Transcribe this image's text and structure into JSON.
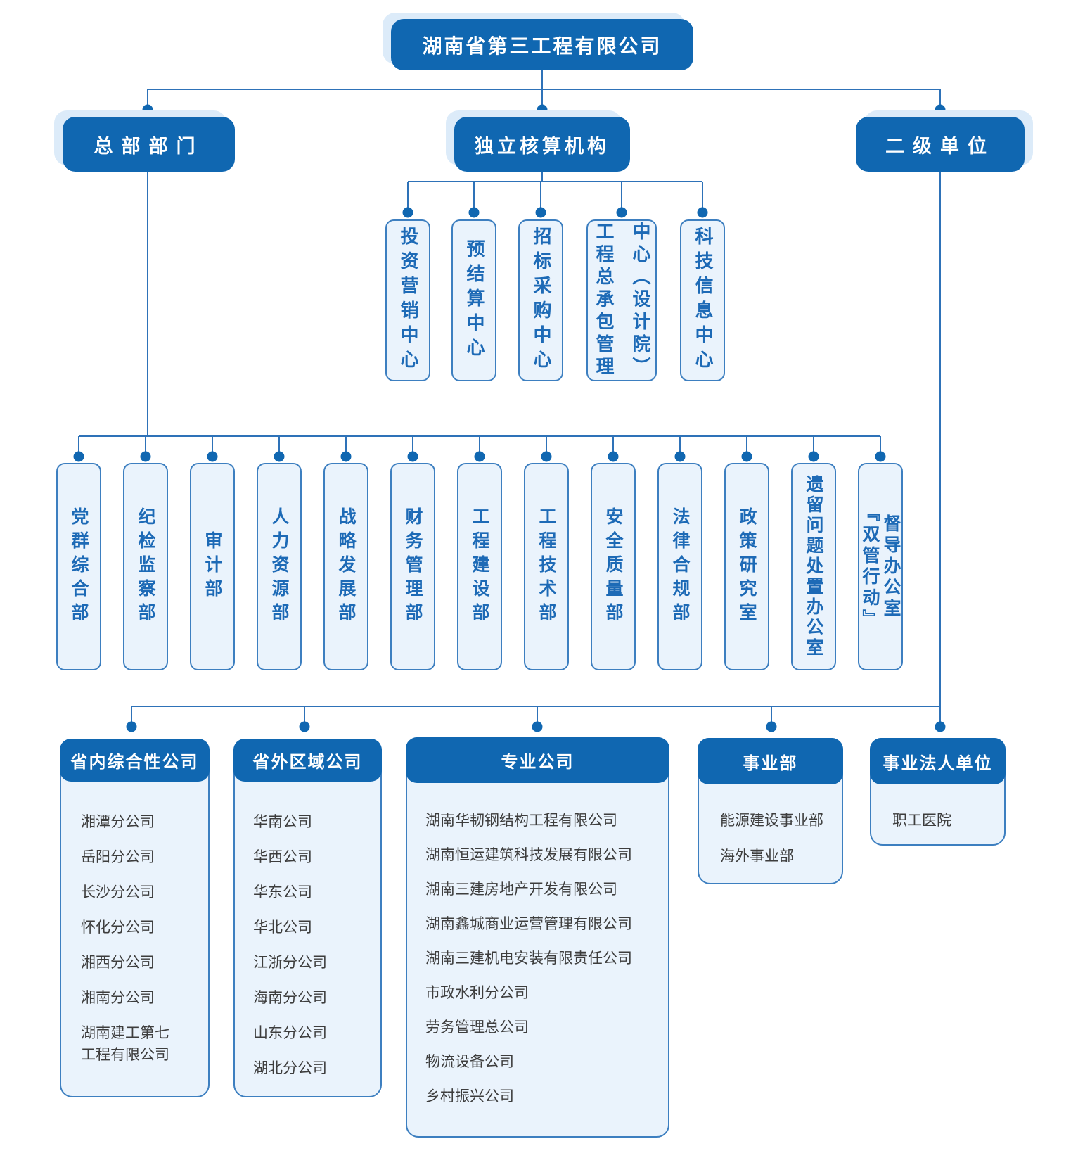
{
  "title": "湖南省第三工程有限公司",
  "branches": {
    "hq": "总部部门",
    "independent": "独立核算机构",
    "secondary": "二级单位"
  },
  "independent_units": [
    "投资营销中心",
    "预结算中心",
    "招标采购中心",
    "工程总承包管理\n中心（设计院）",
    "科技信息中心"
  ],
  "hq_departments": [
    "党群综合部",
    "纪检监察部",
    "审计部",
    "人力资源部",
    "战略发展部",
    "财务管理部",
    "工程建设部",
    "工程技术部",
    "安全质量部",
    "法律合规部",
    "政策研究室",
    "遗留问题处置办公室",
    "『双管行动』\n督导办公室"
  ],
  "secondary_groups": [
    {
      "title": "省内综合性公司",
      "items": [
        "湘潭分公司",
        "岳阳分公司",
        "长沙分公司",
        "怀化分公司",
        "湘西分公司",
        "湘南分公司",
        "湖南建工第七\n工程有限公司"
      ]
    },
    {
      "title": "省外区域公司",
      "items": [
        "华南公司",
        "华西公司",
        "华东公司",
        "华北公司",
        "江浙分公司",
        "海南分公司",
        "山东分公司",
        "湖北分公司"
      ]
    },
    {
      "title": "专业公司",
      "items": [
        "湖南华韧钢结构工程有限公司",
        "湖南恒运建筑科技发展有限公司",
        "湖南三建房地产开发有限公司",
        "湖南鑫城商业运营管理有限公司",
        "湖南三建机电安装有限责任公司",
        "市政水利分公司",
        "劳务管理总公司",
        "物流设备公司",
        "乡村振兴公司"
      ]
    },
    {
      "title": "事业部",
      "items": [
        "能源建设事业部",
        "海外事业部"
      ]
    },
    {
      "title": "事业法人单位",
      "items": [
        "职工医院"
      ]
    }
  ],
  "colors": {
    "primary_blue": "#1067b1",
    "connector_blue": "#2e72b8",
    "light_box_fill": "#eaf3fc",
    "light_box_border": "#3d7fc0",
    "vertical_text_blue": "#1d6ab6",
    "item_text": "#3d3d3d",
    "shadow_blue": "#dcebf9",
    "background": "#ffffff"
  }
}
